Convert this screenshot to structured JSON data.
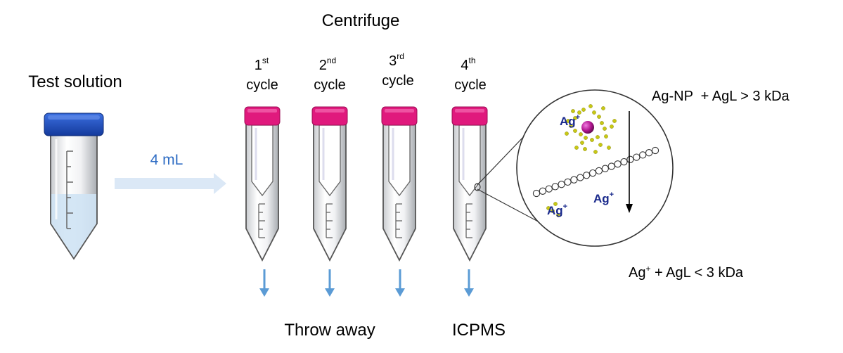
{
  "title": "Centrifuge",
  "test_solution_label": "Test solution",
  "transfer_label": "4 mL",
  "cycles": [
    {
      "ordinal": "1",
      "suffix": "st",
      "word": "cycle"
    },
    {
      "ordinal": "2",
      "suffix": "nd",
      "word": "cycle"
    },
    {
      "ordinal": "3",
      "suffix": "rd",
      "word": "cycle"
    },
    {
      "ordinal": "4",
      "suffix": "th",
      "word": "cycle"
    }
  ],
  "throw_away_label": "Throw away",
  "icpms_label": "ICPMS",
  "upper_fraction": {
    "main": "Ag-NP  + AgL > 3 kDa"
  },
  "lower_fraction": {
    "ion": "Ag",
    "charge": "+",
    "rest": " + AgL < 3 kDa"
  },
  "inset_ion": {
    "symbol": "Ag",
    "charge": "+"
  },
  "colors": {
    "cap_blue": "#1f4fc4",
    "cap_pink": "#e0197d",
    "arrow_blue": "#5b9bd5",
    "light_arrow": "#dbe8f6",
    "ion_navy": "#1a2a8c",
    "liquid": "#cfe3f4",
    "particle": "#c8c814"
  }
}
